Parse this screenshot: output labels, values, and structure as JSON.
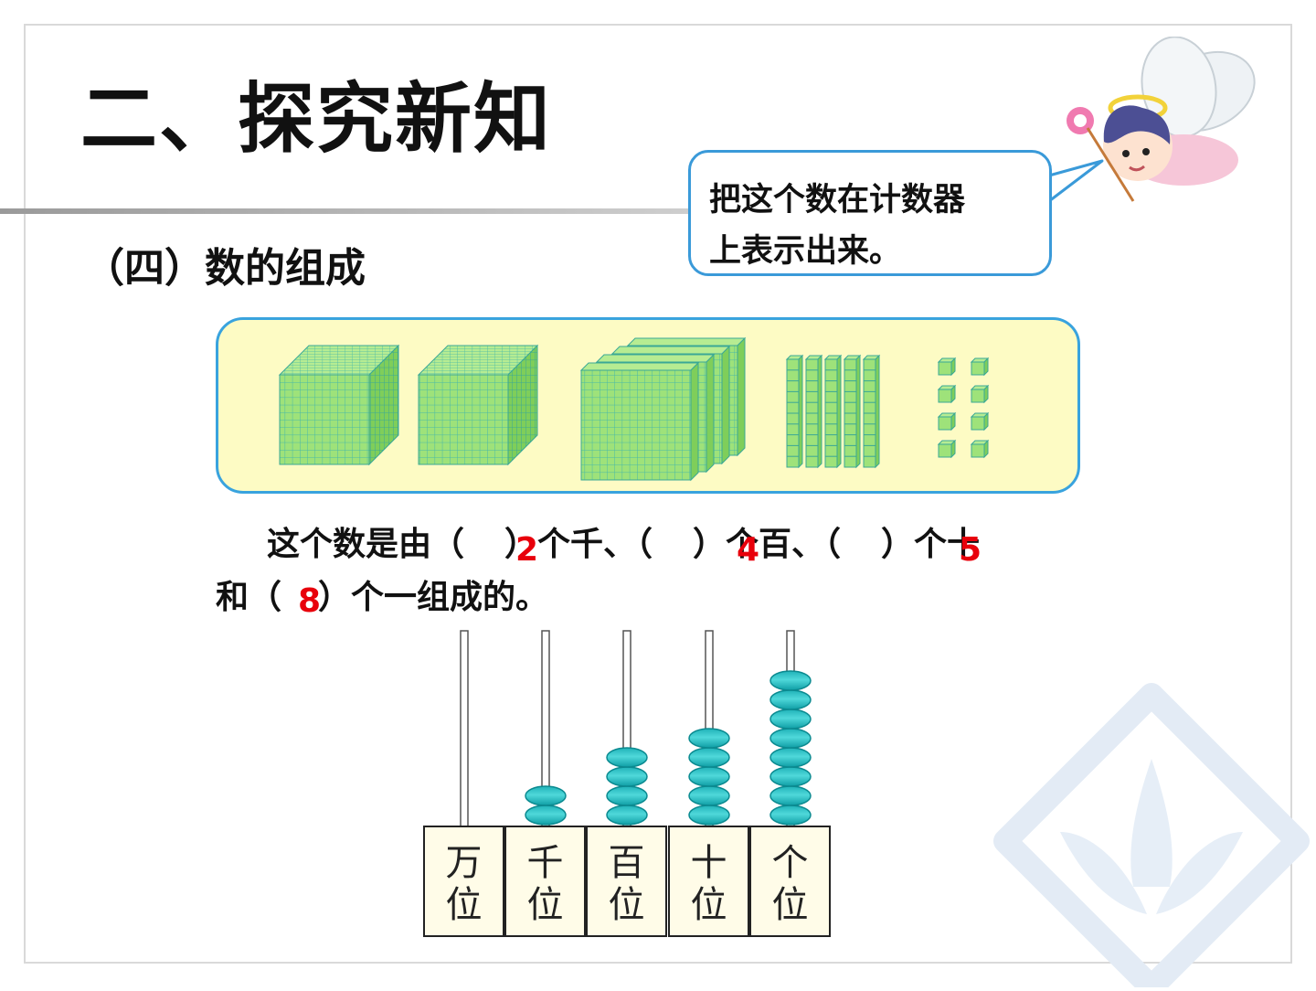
{
  "slide": {
    "title": "二、探究新知",
    "subtitle": "（四）数的组成",
    "bubble": {
      "line1": "把这个数在计数器",
      "line2": "上表示出来。"
    }
  },
  "question": {
    "line1_parts": [
      "这个数是由（",
      "）个千、（",
      "）个百、（",
      "）个十"
    ],
    "line2_parts": [
      "和（",
      "）个一组成的。"
    ],
    "answers": {
      "thousands": "2",
      "hundreds": "4",
      "tens": "5",
      "ones": "8"
    }
  },
  "blocks": {
    "thousand_cubes": 2,
    "hundred_flats": 4,
    "ten_rods": 5,
    "unit_cubes": 8
  },
  "abacus": {
    "places": [
      {
        "line1": "万",
        "line2": "位",
        "beads": 0
      },
      {
        "line1": "千",
        "line2": "位",
        "beads": 2
      },
      {
        "line1": "百",
        "line2": "位",
        "beads": 4
      },
      {
        "line1": "十",
        "line2": "位",
        "beads": 5
      },
      {
        "line1": "个",
        "line2": "位",
        "beads": 8
      }
    ]
  },
  "colors": {
    "answer": "#e8000b",
    "bead": "#33c9cc",
    "block_green": "#9ee27a",
    "panel_fill": "#fdfbc4",
    "panel_border": "#39a3de"
  }
}
